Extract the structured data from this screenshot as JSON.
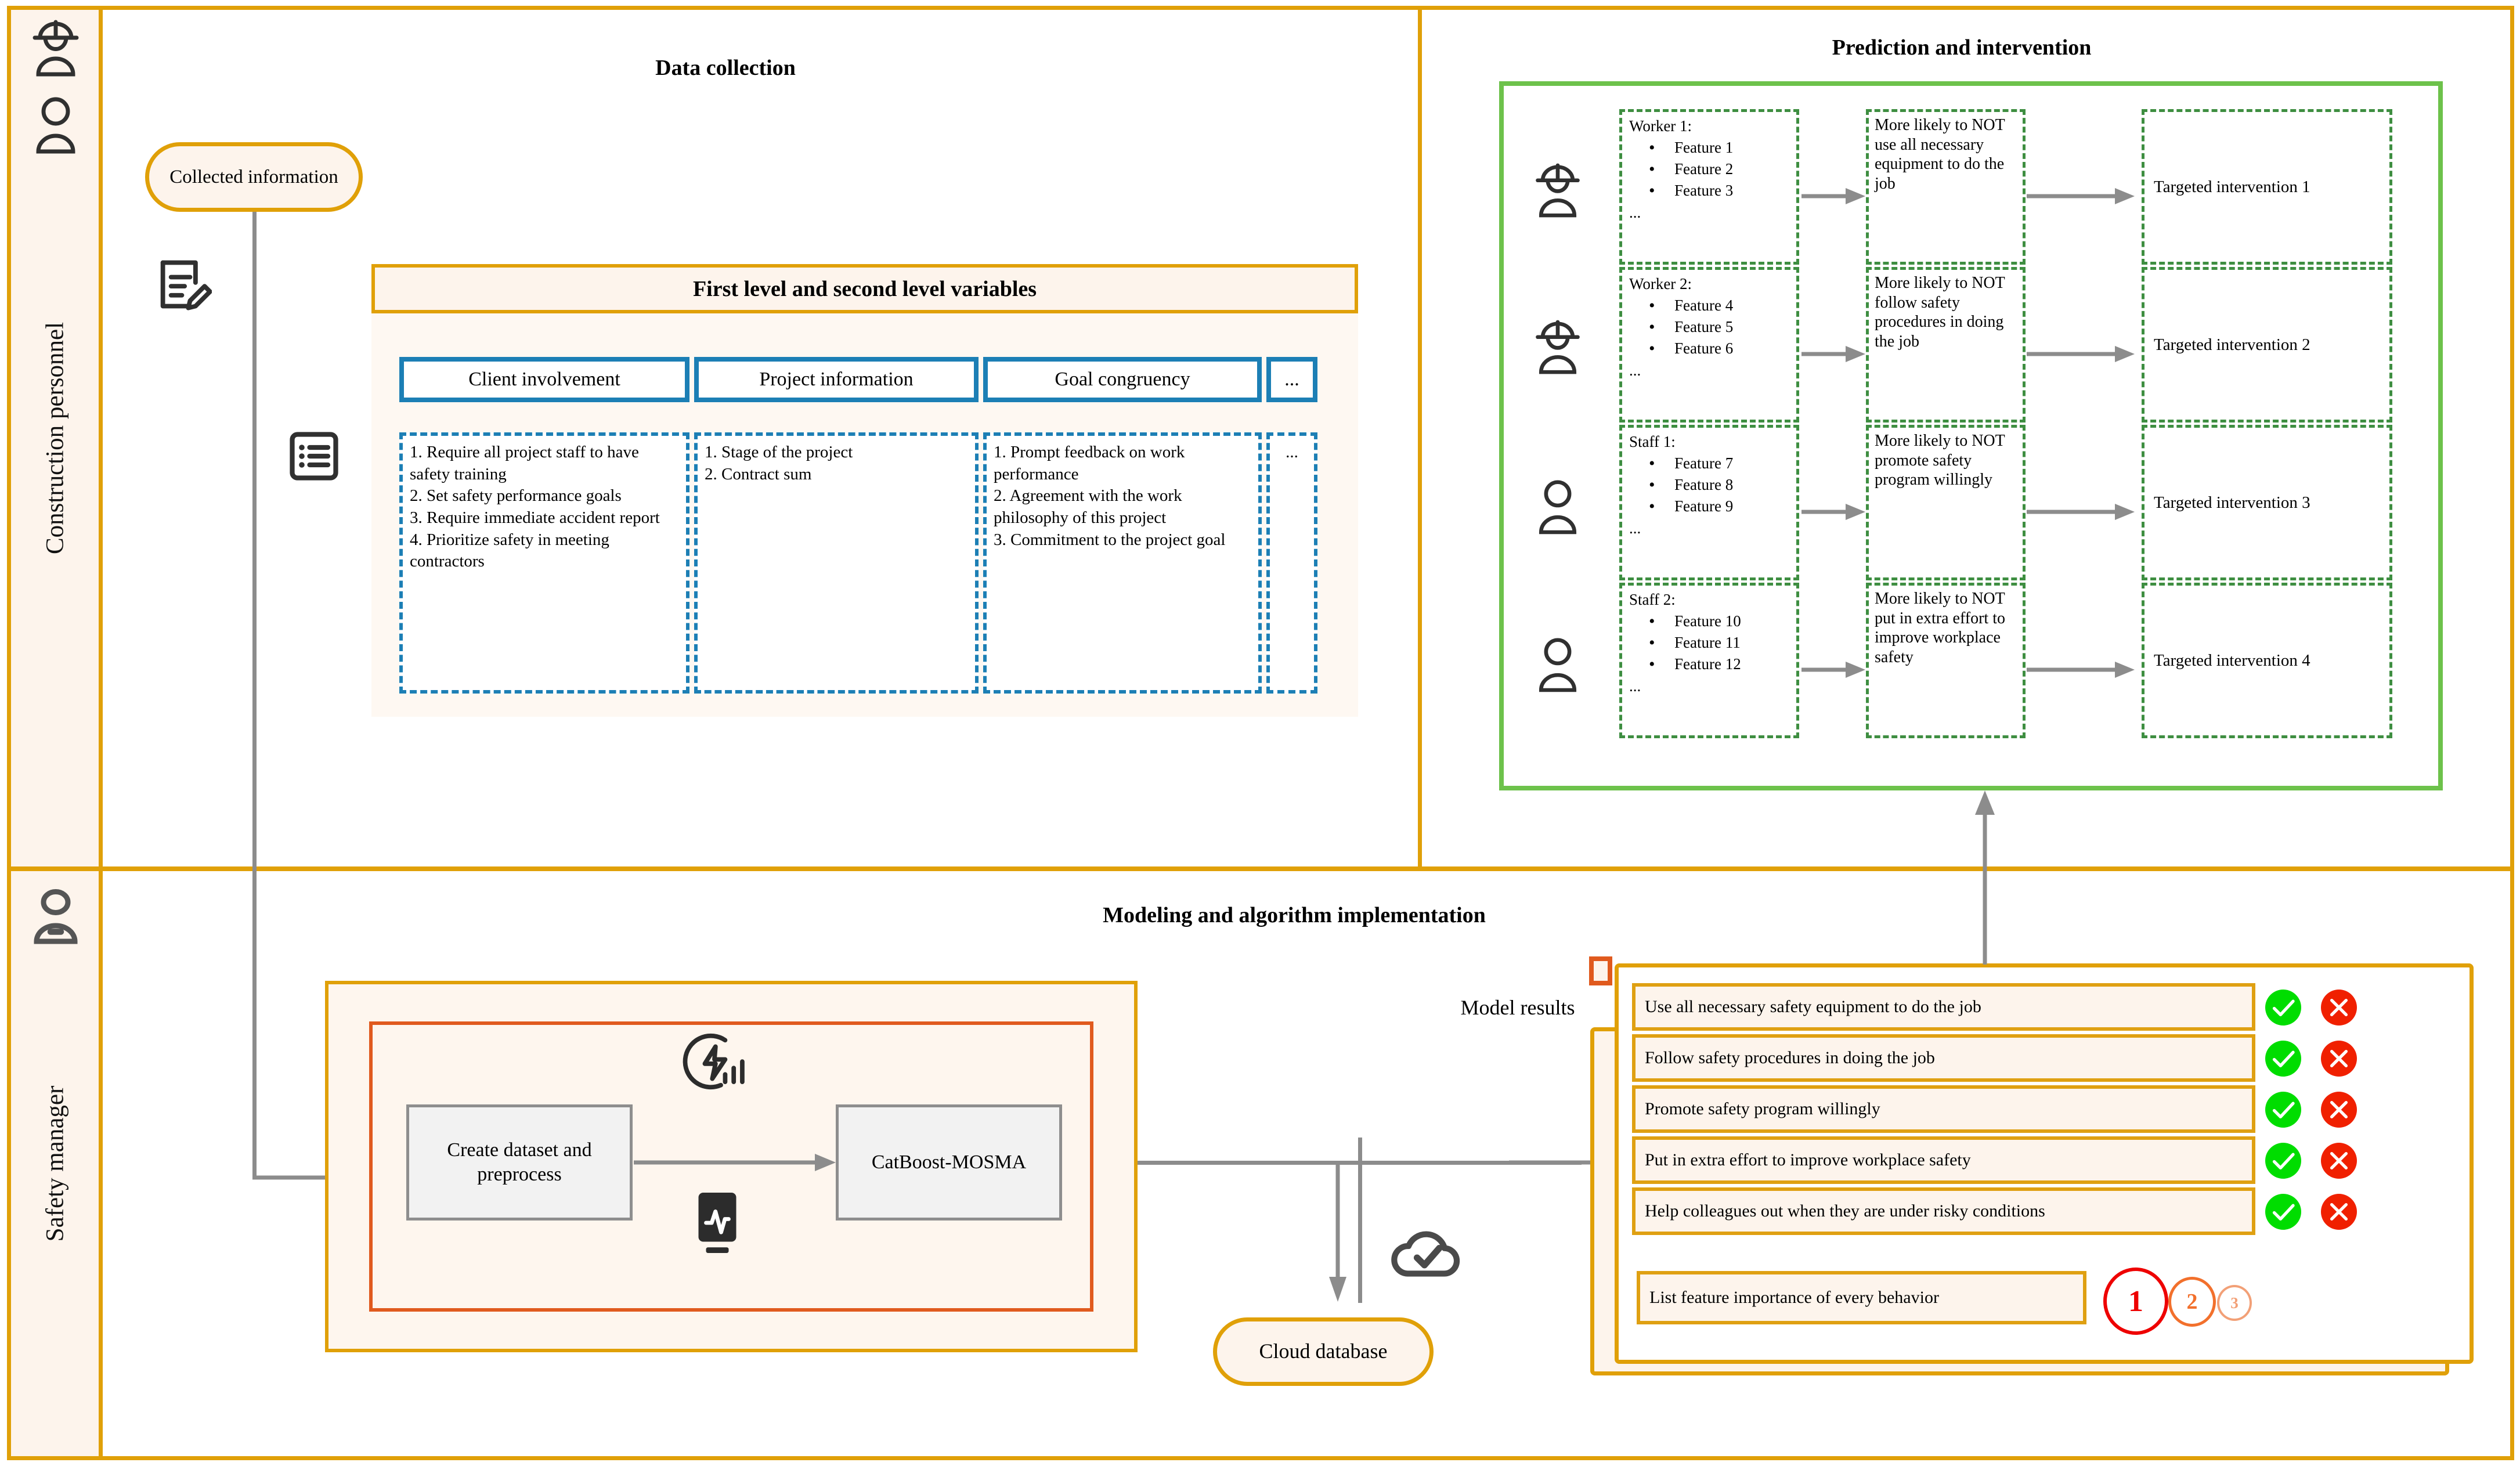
{
  "lanes": [
    {
      "id": "construction-personnel",
      "label": "Construction personnel",
      "icons": [
        "hardhat-worker-icon",
        "person-icon",
        "document-edit-icon",
        "bulleted-list-icon"
      ]
    },
    {
      "id": "safety-manager",
      "label": "Safety manager",
      "icons": [
        "person-tie-icon"
      ]
    }
  ],
  "sections": {
    "data_collection": "Data collection",
    "prediction_intervention": "Prediction and intervention",
    "modeling": "Modeling and algorithm implementation"
  },
  "collected_information": "Collected information",
  "variables_banner": "First level and second level variables",
  "variable_columns": [
    {
      "header": "Client involvement",
      "items": [
        "1. Require all project staff to have safety training",
        "2. Set safety performance goals",
        "3. Require immediate accident report",
        "4. Prioritize safety in meeting contractors"
      ]
    },
    {
      "header": "Project information",
      "items": [
        "1. Stage of the project",
        "2. Contract sum"
      ]
    },
    {
      "header": "Goal congruency",
      "items": [
        "1. Prompt feedback on work performance",
        "2. Agreement with the work philosophy of this project",
        "3. Commitment to the project  goal"
      ]
    },
    {
      "header": "...",
      "items": [
        "..."
      ]
    }
  ],
  "prediction_rows": [
    {
      "person_icon": "hardhat-worker-icon",
      "subject": "Worker 1:",
      "features": [
        "Feature 1",
        "Feature 2",
        "Feature 3"
      ],
      "ellipsis": "...",
      "prediction": "More likely to NOT use all necessary equipment to do the job",
      "intervention": "Targeted intervention 1"
    },
    {
      "person_icon": "hardhat-worker-icon",
      "subject": "Worker 2:",
      "features": [
        "Feature 4",
        "Feature 5",
        "Feature 6"
      ],
      "ellipsis": "...",
      "prediction": "More likely to NOT follow safety procedures in doing the job",
      "intervention": "Targeted intervention 2"
    },
    {
      "person_icon": "person-icon",
      "subject": "Staff 1:",
      "features": [
        "Feature 7",
        "Feature 8",
        "Feature 9"
      ],
      "ellipsis": "...",
      "prediction": "More likely to NOT promote safety program willingly",
      "intervention": "Targeted intervention 3"
    },
    {
      "person_icon": "person-icon",
      "subject": "Staff 2:",
      "features": [
        "Feature 10",
        "Feature 11",
        "Feature 12"
      ],
      "ellipsis": "...",
      "prediction": "More likely to NOT put in extra effort to improve workplace safety",
      "intervention": "Targeted intervention 4"
    }
  ],
  "modeling": {
    "step1": "Create dataset and preprocess",
    "step2": "CatBoost-MOSMA",
    "icons": [
      "energy-analytics-icon",
      "monitor-pulse-icon",
      "cloud-check-icon"
    ],
    "cloud_database": "Cloud database",
    "model_results_label": "Model results"
  },
  "model_results": {
    "rows": [
      "Use all necessary safety equipment to do the job",
      "Follow safety procedures in doing the job",
      "Promote safety program willingly",
      "Put in extra effort to improve workplace safety",
      "Help colleagues out when they are under risky conditions"
    ],
    "feature_importance_label": "List feature importance of every behavior",
    "ranks": [
      "1",
      "2",
      "3"
    ]
  },
  "colors": {
    "lane_border": "#E0A008",
    "lane_fill": "#FDF4EC",
    "blue": "#1C7FB5",
    "green": "#6DC24B",
    "green_dash": "#3E8E41",
    "orange_red": "#E05A1E",
    "check_green": "#00DD00",
    "cross_red": "#F02000",
    "rank1": "#EE0000",
    "rank2": "#F2702C",
    "rank3": "#F2A077",
    "connector_gray": "#8C8C8C"
  }
}
